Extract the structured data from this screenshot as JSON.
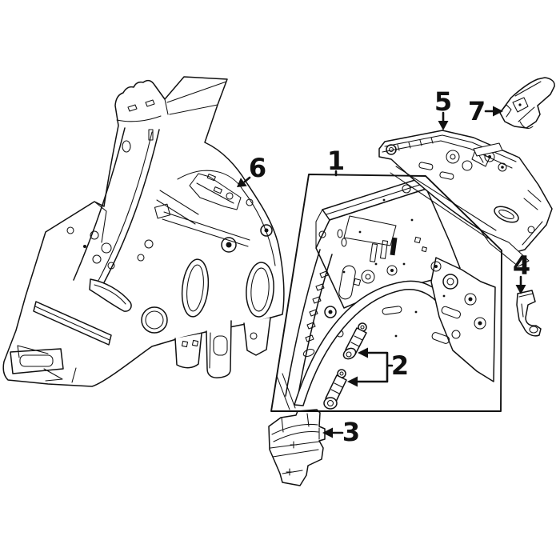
{
  "diagram": {
    "background_color": "#ffffff",
    "line_color": "#111111",
    "callouts": [
      {
        "number": "1",
        "arrow": "plain-line"
      },
      {
        "number": "2",
        "arrow": "bracket-with-two-left-arrows"
      },
      {
        "number": "3",
        "arrow": "left-arrow"
      },
      {
        "number": "4",
        "arrow": "down-arrow"
      },
      {
        "number": "5",
        "arrow": "down-arrow"
      },
      {
        "number": "6",
        "arrow": "down-left-arrow"
      },
      {
        "number": "7",
        "arrow": "right-arrow"
      }
    ]
  }
}
